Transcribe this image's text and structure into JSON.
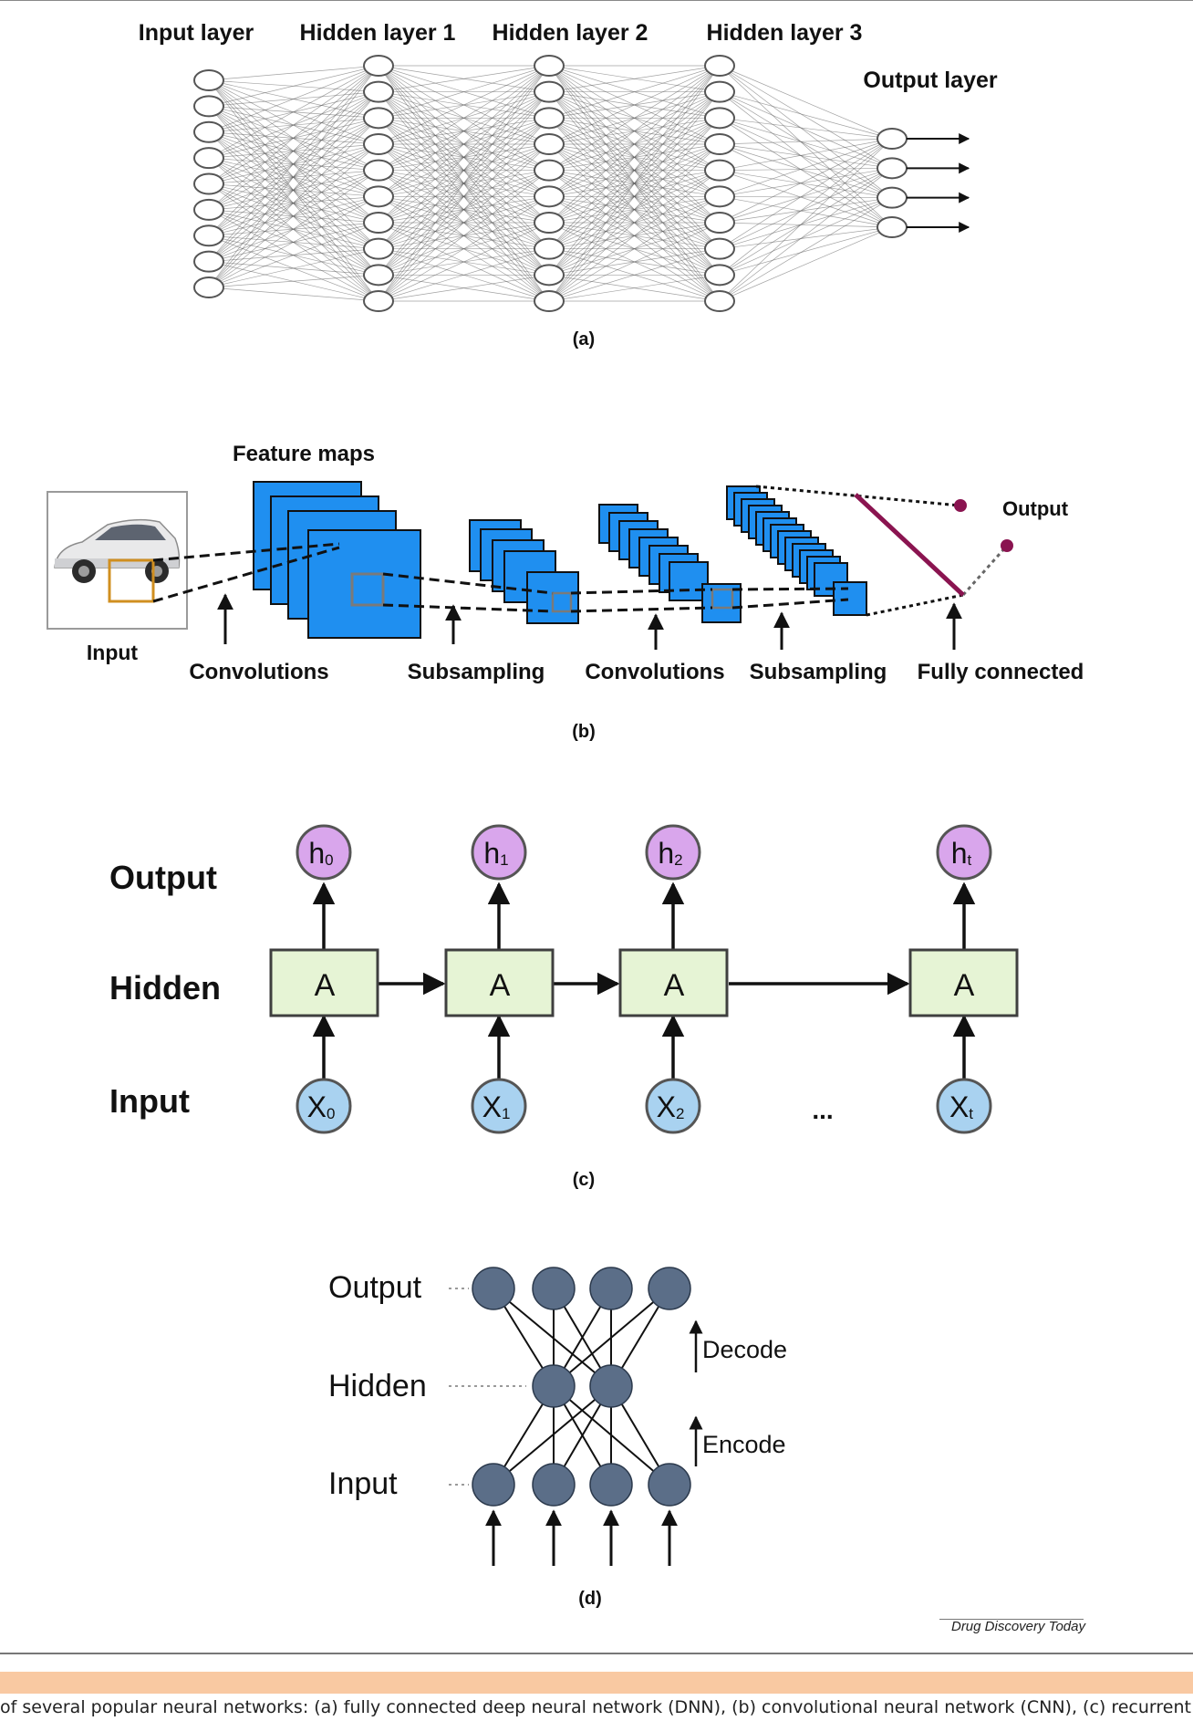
{
  "panel_a": {
    "layer_titles": [
      "Input layer",
      "Hidden layer 1",
      "Hidden layer 2",
      "Hidden layer 3",
      "Output layer"
    ],
    "node_counts": [
      9,
      10,
      10,
      10,
      4
    ],
    "label": "(a)"
  },
  "panel_b": {
    "feature_maps_label": "Feature maps",
    "input_label": "Input",
    "output_label": "Output",
    "stage_labels": [
      "Convolutions",
      "Subsampling",
      "Convolutions",
      "Subsampling",
      "Fully connected"
    ],
    "label": "(b)"
  },
  "panel_c": {
    "row_labels": [
      "Output",
      "Hidden",
      "Input"
    ],
    "cell_label": "A",
    "outputs": [
      {
        "base": "h",
        "sub": "0"
      },
      {
        "base": "h",
        "sub": "1"
      },
      {
        "base": "h",
        "sub": "2"
      },
      {
        "base": "h",
        "sub": "t"
      }
    ],
    "inputs": [
      {
        "base": "X",
        "sub": "0"
      },
      {
        "base": "X",
        "sub": "1"
      },
      {
        "base": "X",
        "sub": "2"
      },
      {
        "base": "X",
        "sub": "t"
      }
    ],
    "ellipsis": "...",
    "label": "(c)"
  },
  "panel_d": {
    "row_labels": [
      "Output",
      "Hidden",
      "Input"
    ],
    "decode_label": "Decode",
    "encode_label": "Encode",
    "node_counts": [
      4,
      2,
      4
    ],
    "label": "(d)"
  },
  "credit": "Drug Discovery Today",
  "caption": "of several popular neural networks: (a) fully connected deep neural network (DNN), (b) convolutional neural network (CNN), (c) recurrent ne",
  "colors": {
    "cnn_blue": "#1f8ff0",
    "fc_purple": "#8a1450",
    "rnn_cell": "#e6f4d5",
    "rnn_output": "#d9a6ec",
    "rnn_input": "#a9d2f0",
    "ae_node": "#5b6e88",
    "band": "#f9c9a2",
    "input_box": "#d08f20"
  }
}
